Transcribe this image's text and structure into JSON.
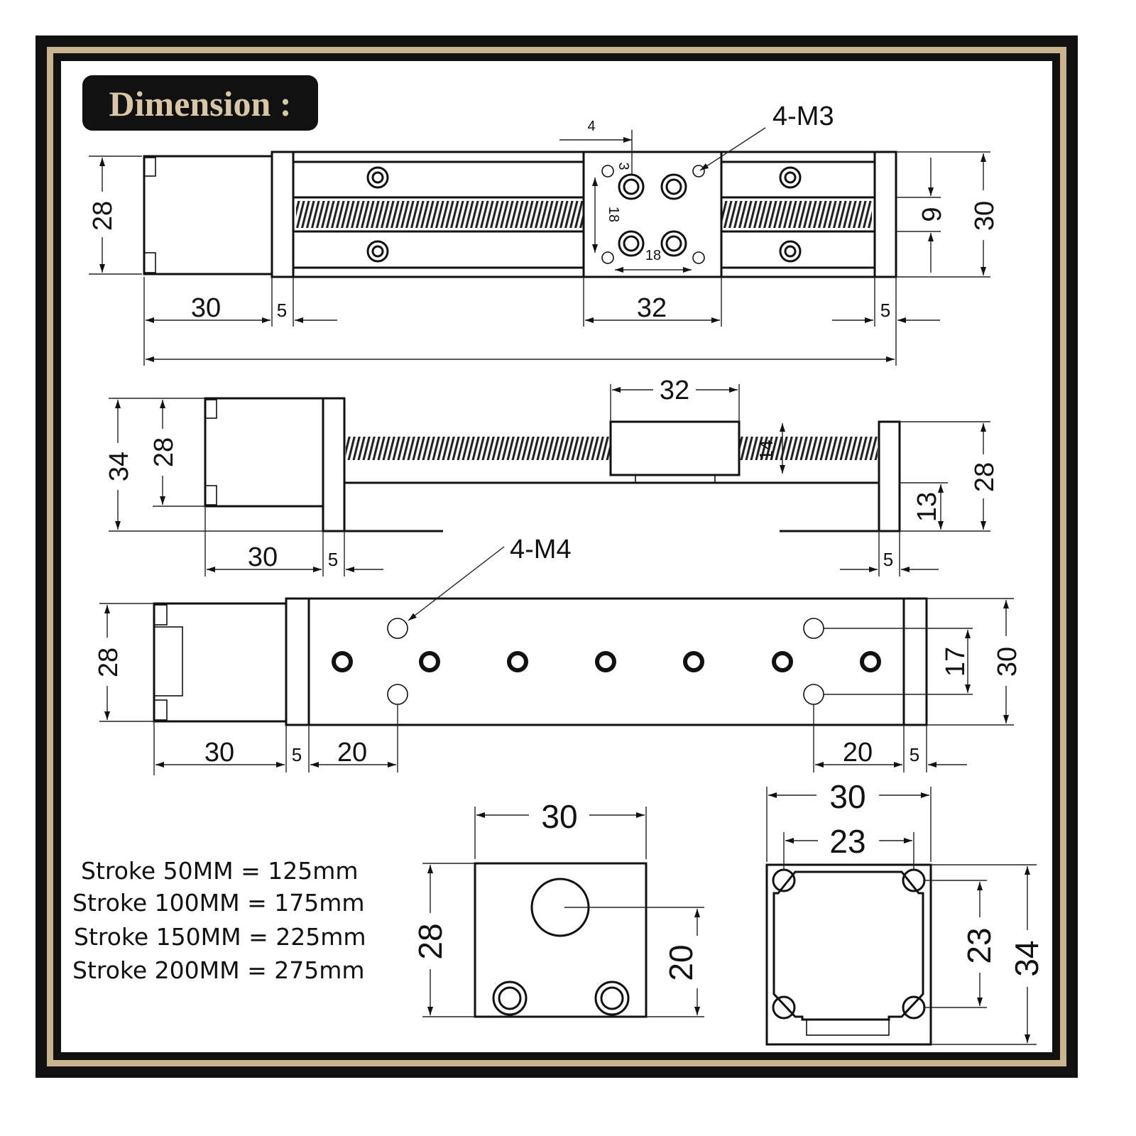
{
  "title": "Dimension :",
  "colors": {
    "frame_outer": "#111111",
    "frame_gold": "#c9b48f",
    "title_bg": "#111111",
    "title_text": "#d8c7a4",
    "line": "#111111"
  },
  "top_view": {
    "callout": "4-M3",
    "labels": {
      "motor_height": "28",
      "motor_len": "30",
      "end_left": "5",
      "slider_w": "32",
      "end_right": "5",
      "height": "30",
      "rail_gap": "9",
      "hole_offset": "4",
      "hole_edge": "3",
      "hole_v": "18",
      "hole_h": "18"
    }
  },
  "side_view": {
    "labels": {
      "overall_h": "34",
      "motor_h": "28",
      "slider_w": "32",
      "slider_h": "14",
      "end_h": "28",
      "rail_h": "13",
      "motor_len": "30",
      "end_left": "5",
      "end_right": "5"
    }
  },
  "bottom_view": {
    "callout": "4-M4",
    "labels": {
      "motor_h": "28",
      "height": "30",
      "spacing": "17",
      "motor_len": "30",
      "end_left": "5",
      "hole_left": "20",
      "hole_right": "20",
      "end_right": "5"
    }
  },
  "end_view": {
    "labels": {
      "width": "30",
      "height": "28",
      "center": "20"
    }
  },
  "motor_view": {
    "labels": {
      "width": "30",
      "inner": "23",
      "v_inner": "23",
      "height": "34"
    }
  },
  "strokes": [
    "Stroke 50MM = 125mm",
    "Stroke 100MM = 175mm",
    "Stroke 150MM = 225mm",
    "Stroke 200MM = 275mm"
  ]
}
